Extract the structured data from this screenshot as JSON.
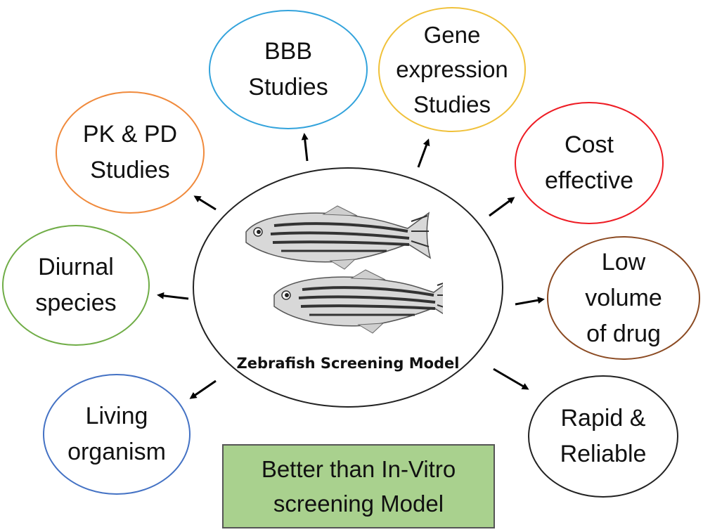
{
  "center": {
    "label": "Zebrafish Screening Model"
  },
  "bubbles": [
    {
      "id": "bbb",
      "text": "BBB\nStudies",
      "color": "#33a3dc"
    },
    {
      "id": "gene",
      "text": "Gene\nexpression\nStudies",
      "color": "#f0c13a"
    },
    {
      "id": "pkpd",
      "text": "PK & PD\nStudies",
      "color": "#f08a3c"
    },
    {
      "id": "cost",
      "text": "Cost\neffective",
      "color": "#ee1c24"
    },
    {
      "id": "diurnal",
      "text": "Diurnal\nspecies",
      "color": "#70ad47"
    },
    {
      "id": "lowvol",
      "text": "Low\nvolume\nof drug",
      "color": "#8b4a22"
    },
    {
      "id": "living",
      "text": "Living\norganism",
      "color": "#4472c4"
    },
    {
      "id": "rapid",
      "text": "Rapid &\nReliable",
      "color": "#222222"
    }
  ],
  "footer_box": {
    "text": "Better than In-Vitro\nscreening Model",
    "color": "#a9d18e"
  }
}
